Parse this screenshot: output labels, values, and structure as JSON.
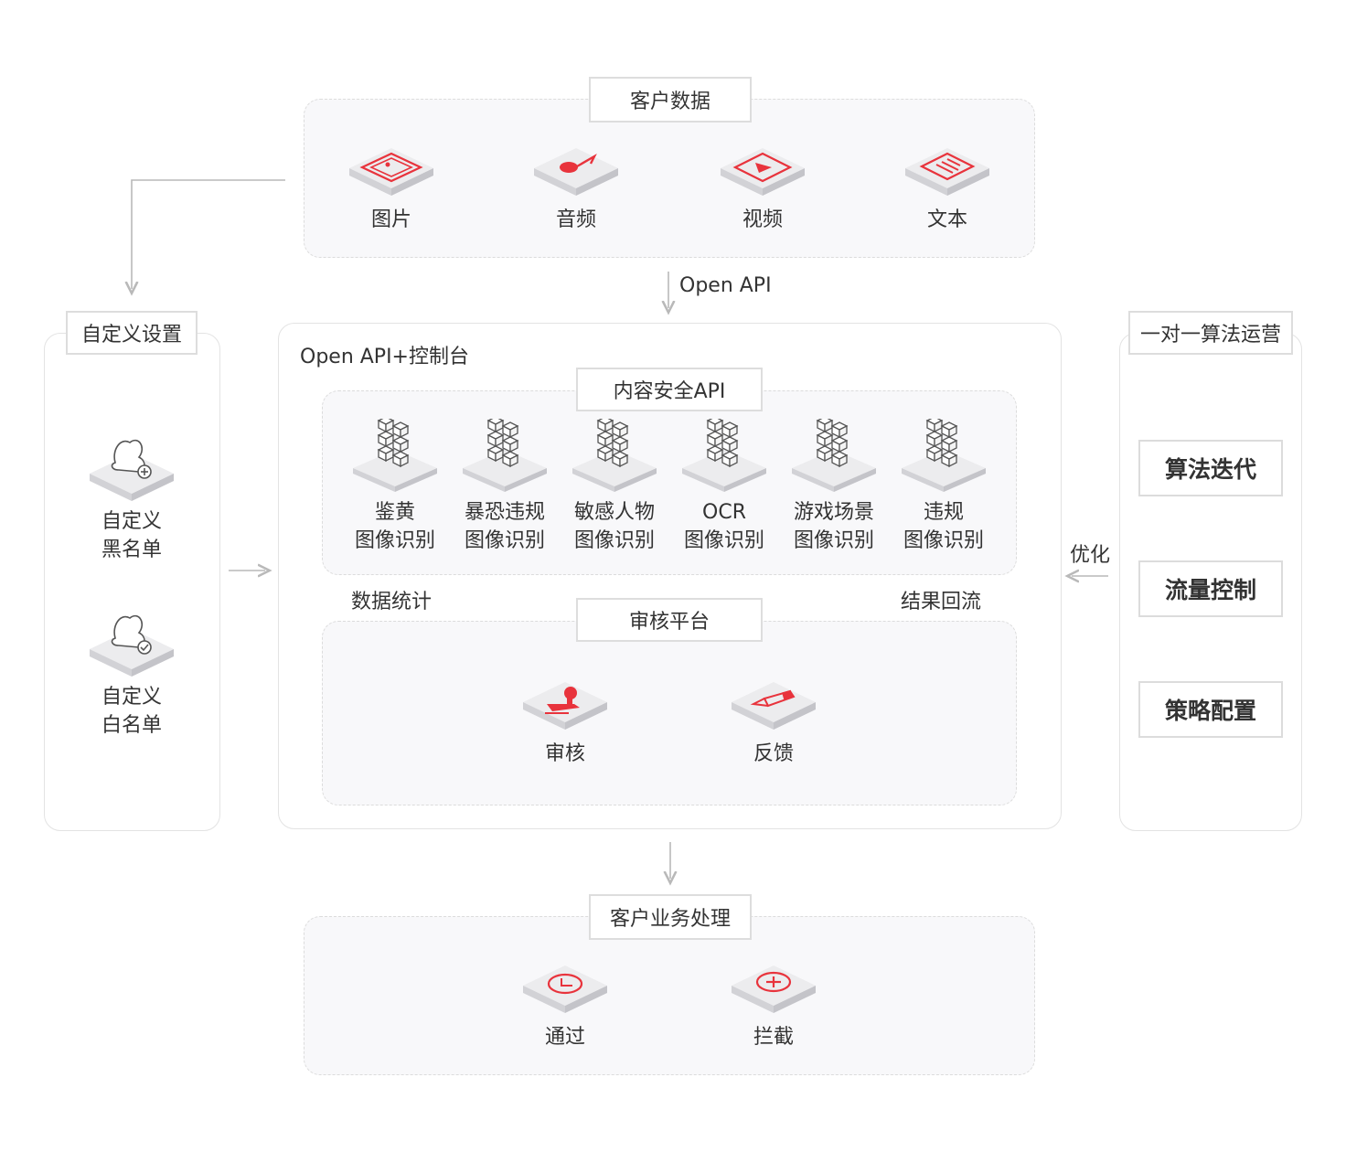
{
  "colors": {
    "accent": "#e8333c",
    "line": "#b9b9b9",
    "panel": "#f8f8fa",
    "tile_top": "#ececee",
    "tile_side": "#d2d2d6"
  },
  "customer_data": {
    "title": "客户数据",
    "items": [
      {
        "label": "图片",
        "icon": "image-icon"
      },
      {
        "label": "音频",
        "icon": "music-note-icon"
      },
      {
        "label": "视频",
        "icon": "video-play-icon"
      },
      {
        "label": "文本",
        "icon": "document-icon"
      }
    ]
  },
  "open_api_label": "Open API",
  "custom_settings": {
    "title": "自定义设置",
    "items": [
      {
        "line1": "自定义",
        "line2": "黑名单",
        "icon": "user-blacklist-icon"
      },
      {
        "line1": "自定义",
        "line2": "白名单",
        "icon": "user-whitelist-icon"
      }
    ]
  },
  "console": {
    "title": "Open API+控制台",
    "content_api": {
      "title": "内容安全API",
      "items": [
        {
          "line1": "鉴黄",
          "line2": "图像识别"
        },
        {
          "line1": "暴恐违规",
          "line2": "图像识别"
        },
        {
          "line1": "敏感人物",
          "line2": "图像识别"
        },
        {
          "line1": "OCR",
          "line2": "图像识别"
        },
        {
          "line1": "游戏场景",
          "line2": "图像识别"
        },
        {
          "line1": "违规",
          "line2": "图像识别"
        }
      ]
    },
    "data_stats_label": "数据统计",
    "result_return_label": "结果回流",
    "review_platform": {
      "title": "审核平台",
      "items": [
        {
          "label": "审核",
          "icon": "stamp-icon"
        },
        {
          "label": "反馈",
          "icon": "pen-icon"
        }
      ]
    }
  },
  "algorithm_ops": {
    "title": "一对一算法运营",
    "optimize_label": "优化",
    "buttons": [
      "算法迭代",
      "流量控制",
      "策略配置"
    ]
  },
  "business": {
    "title": "客户业务处理",
    "items": [
      {
        "label": "通过",
        "icon": "pass-clock-icon"
      },
      {
        "label": "拦截",
        "icon": "block-plus-icon"
      }
    ]
  }
}
